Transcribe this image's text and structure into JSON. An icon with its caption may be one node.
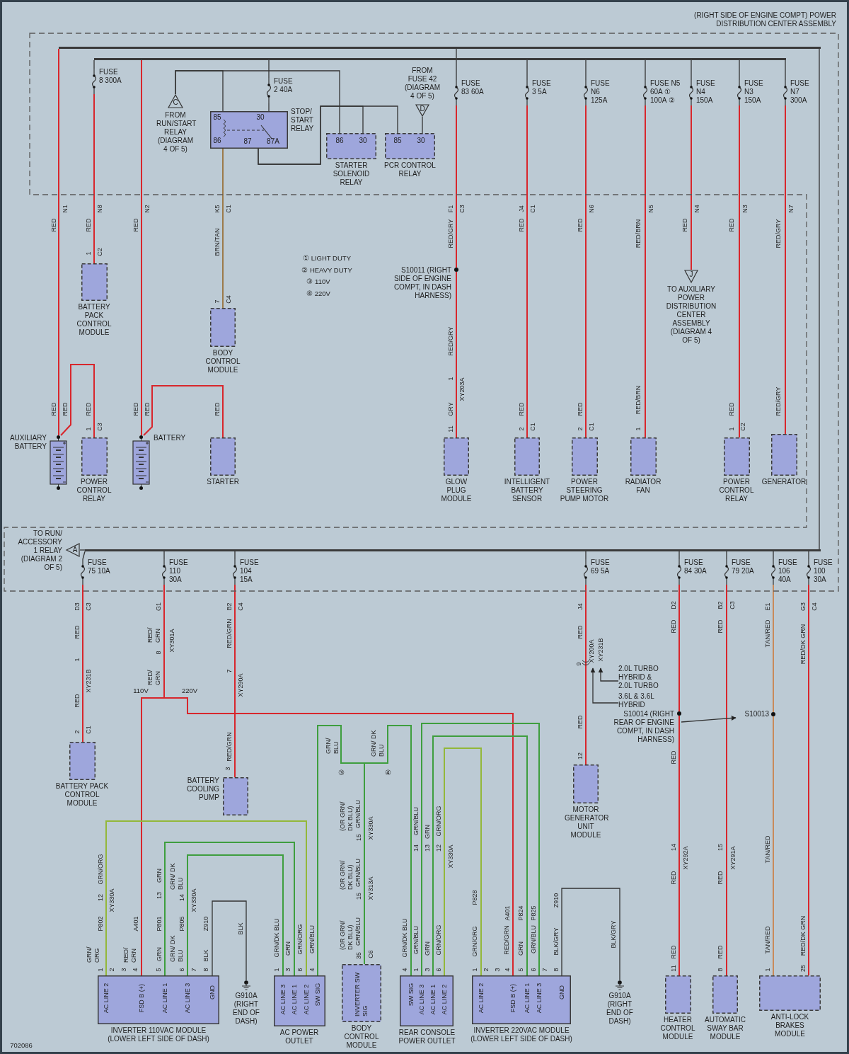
{
  "diagram": {
    "nodes": [
      {
        "text": [
          "(RIGHT SIDE OF ENGINE COMPT) POWER DISTRIBUTION CENTER ASSEMBLY"
        ]
      },
      {
        "text": [
          "FUSE 8 300A"
        ],
        "in": 0
      },
      {
        "text": [
          "C",
          "FROM RUN/START RELAY (DIAGRAM 4 OF 5)"
        ],
        "in": 0
      },
      {
        "text": [
          "85",
          "86",
          "30",
          "87",
          "87A",
          "STOP/ START RELAY"
        ],
        "in": 0
      },
      {
        "text": [
          "FUSE 2 40A"
        ],
        "in": 0
      },
      {
        "text": [
          "86",
          "30",
          "STARTER SOLENOID RELAY"
        ],
        "in": 0
      },
      {
        "text": [
          "85",
          "30",
          "PCR CONTROL RELAY"
        ],
        "in": 0
      },
      {
        "text": [
          "FROM FUSE 42 (DIAGRAM 4 OF 5)",
          "D"
        ],
        "in": 0
      },
      {
        "text": [
          "FUSE 83 60A"
        ],
        "in": 0
      },
      {
        "text": [
          "FUSE 3 5A"
        ],
        "in": 0
      },
      {
        "text": [
          "FUSE N6 125A"
        ],
        "in": 0
      },
      {
        "text": [
          "FUSE N5 60A ① 100A ②"
        ],
        "in": 0
      },
      {
        "text": [
          "FUSE N4 150A"
        ],
        "in": 0
      },
      {
        "text": [
          "FUSE N3 150A"
        ],
        "in": 0
      },
      {
        "text": [
          "FUSE N7 300A"
        ],
        "in": 0
      },
      {
        "text": [
          "AUXILIARY BATTERY"
        ]
      },
      {
        "text": [
          "BATTERY PACK CONTROL MODULE"
        ]
      },
      {
        "text": [
          "POWER CONTROL RELAY"
        ]
      },
      {
        "text": [
          "BATTERY"
        ]
      },
      {
        "text": [
          "BODY CONTROL MODULE"
        ]
      },
      {
        "text": [
          "STARTER"
        ]
      },
      {
        "text": [
          "S10011 (RIGHT SIDE OF ENGINE COMPT, IN DASH HARNESS)"
        ]
      },
      {
        "text": [
          "GLOW PLUG MODULE"
        ]
      },
      {
        "text": [
          "INTELLIGENT BATTERY SENSOR"
        ]
      },
      {
        "text": [
          "POWER STEERING PUMP MOTOR"
        ]
      },
      {
        "text": [
          "RADIATOR FAN"
        ]
      },
      {
        "text": [
          "J",
          "TO AUXILIARY POWER DISTRIBUTION CENTER ASSEMBLY (DIAGRAM 4 OF 5)"
        ]
      },
      {
        "text": [
          "POWER CONTROL RELAY"
        ]
      },
      {
        "text": [
          "GENERATOR"
        ]
      },
      {
        "text": [
          "TO RUN/ ACCESSORY 1 RELAY (DIAGRAM 2 OF 5)",
          "A"
        ],
        "in": 0
      },
      {
        "text": [
          "FUSE 75 10A"
        ],
        "in": 0
      },
      {
        "text": [
          "FUSE 110 30A"
        ],
        "in": 0
      },
      {
        "text": [
          "FUSE 104 15A"
        ],
        "in": 0
      },
      {
        "text": [
          "FUSE 69 5A"
        ],
        "in": 0
      },
      {
        "text": [
          "FUSE 84 30A"
        ],
        "in": 0
      },
      {
        "text": [
          "FUSE 79 20A"
        ],
        "in": 0
      },
      {
        "text": [
          "FUSE 106 40A"
        ],
        "in": 0
      },
      {
        "text": [
          "FUSE 100 30A"
        ],
        "in": 0
      },
      {
        "text": [
          "BATTERY PACK CONTROL MODULE"
        ]
      },
      {
        "text": [
          "BATTERY COOLING PUMP"
        ]
      },
      {
        "text": [
          "MOTOR GENERATOR UNIT MODULE"
        ]
      },
      {
        "text": [
          "S10014 (RIGHT REAR OF ENGINE COMPT, IN DASH HARNESS)"
        ]
      },
      {
        "text": [
          "S10013"
        ]
      },
      {
        "text": [
          "2.0L TURBO HYBRID & 2.0L TURBO"
        ]
      },
      {
        "text": [
          "3.6L & 3.6L HYBRID"
        ]
      },
      {
        "text": [
          "AC LINE 2",
          "FSD B (+)",
          "AC LINE 1",
          "AC LINE 3",
          "GND",
          "INVERTER 110VAC MODULE (LOWER LEFT SIDE OF DASH)"
        ]
      },
      {
        "text": [
          "G910A (RIGHT END OF DASH)"
        ]
      },
      {
        "text": [
          "AC LINE 3",
          "AC LINE 1",
          "AC LINE 2",
          "SW SIG",
          "AC POWER OUTLET"
        ]
      },
      {
        "text": [
          "INVERTER SW SIG",
          "BODY CONTROL MODULE"
        ]
      },
      {
        "text": [
          "SW SIG",
          "AC LINE 3",
          "AC LINE 1",
          "AC LINE 2",
          "REAR CONSOLE POWER OUTLET"
        ]
      },
      {
        "text": [
          "AC LINE 2",
          "FSD B (+)",
          "AC LINE 1",
          "AC LINE 3",
          "GND",
          "INVERTER 220VAC MODULE (LOWER LEFT SIDE OF DASH)"
        ]
      },
      {
        "text": [
          "G910A (RIGHT END OF DASH)"
        ]
      },
      {
        "text": [
          "HEATER CONTROL MODULE"
        ]
      },
      {
        "text": [
          "AUTOMATIC SWAY BAR MODULE"
        ]
      },
      {
        "text": [
          "ANTI-LOCK BRAKES MODULE"
        ]
      },
      {
        "text": [
          "9",
          "XY200A",
          "XY231B"
        ]
      },
      {
        "text": [],
        "shape": "bar",
        "in": 0
      },
      {
        "text": [],
        "shape": "bar",
        "in": 0
      },
      {
        "text": [],
        "shape": "bar",
        "in": 0
      }
    ],
    "edges": [
      {
        "from": 56,
        "to": 15,
        "arrow": "none",
        "color": "#d8262c"
      },
      {
        "from": 1,
        "to": 16,
        "arrow": "none",
        "color": "#d8262c"
      },
      {
        "from": 57,
        "to": 18,
        "arrow": "none",
        "color": "#d8262c"
      },
      {
        "from": 15,
        "to": 17,
        "arrow": "none",
        "color": "#d8262c"
      },
      {
        "from": 18,
        "to": 20,
        "arrow": "none",
        "color": "#d8262c"
      },
      {
        "from": 2,
        "to": 3,
        "arrow": "none"
      },
      {
        "from": 2,
        "to": 5,
        "arrow": "none"
      },
      {
        "from": 4,
        "to": 3,
        "arrow": "none"
      },
      {
        "from": 3,
        "to": 5,
        "arrow": "none"
      },
      {
        "from": 3,
        "to": 6,
        "arrow": "none"
      },
      {
        "from": 7,
        "to": 6,
        "arrow": "none"
      },
      {
        "from": 3,
        "to": 19,
        "arrow": "none",
        "color": "#9c7a4a"
      },
      {
        "from": 8,
        "to": 21,
        "arrow": "none",
        "color": "#d8262c"
      },
      {
        "from": 21,
        "to": 22,
        "arrow": "none",
        "color": "#d8262c"
      },
      {
        "from": 9,
        "to": 23,
        "arrow": "none",
        "color": "#d8262c"
      },
      {
        "from": 10,
        "to": 24,
        "arrow": "none",
        "color": "#d8262c"
      },
      {
        "from": 11,
        "to": 25,
        "arrow": "none",
        "color": "#d8262c"
      },
      {
        "from": 12,
        "to": 26,
        "arrow": "none",
        "color": "#d8262c"
      },
      {
        "from": 13,
        "to": 27,
        "arrow": "none",
        "color": "#d8262c"
      },
      {
        "from": 14,
        "to": 28,
        "arrow": "none",
        "color": "#d8262c"
      },
      {
        "from": 30,
        "to": 38,
        "arrow": "none",
        "color": "#d8262c"
      },
      {
        "from": 31,
        "to": 45,
        "arrow": "none",
        "color": "#d8262c"
      },
      {
        "from": 31,
        "to": 50,
        "arrow": "none",
        "color": "#d8262c"
      },
      {
        "from": 32,
        "to": 39,
        "arrow": "none",
        "color": "#d8262c"
      },
      {
        "from": 33,
        "to": 55,
        "arrow": "none",
        "color": "#d8262c"
      },
      {
        "from": 34,
        "to": 41,
        "arrow": "none",
        "color": "#d8262c"
      },
      {
        "from": 41,
        "to": 52,
        "arrow": "none",
        "color": "#d8262c"
      },
      {
        "from": 35,
        "to": 53,
        "arrow": "none",
        "color": "#d8262c"
      },
      {
        "from": 36,
        "to": 42,
        "arrow": "none",
        "color": "#c98a5a"
      },
      {
        "from": 42,
        "to": 54,
        "arrow": "none",
        "color": "#c98a5a"
      },
      {
        "from": 37,
        "to": 54,
        "arrow": "none",
        "color": "#d8262c"
      },
      {
        "from": 43,
        "to": 55,
        "arrow": "to"
      },
      {
        "from": 44,
        "to": 55,
        "arrow": "to"
      },
      {
        "from": 41,
        "to": 42,
        "arrow": "to"
      },
      {
        "from": 45,
        "to": 47,
        "arrow": "none",
        "color": "#93b83a"
      },
      {
        "from": 45,
        "to": 47,
        "arrow": "none",
        "color": "#3e9e3e"
      },
      {
        "from": 45,
        "to": 47,
        "arrow": "none",
        "color": "#3e9e3e"
      },
      {
        "from": 45,
        "to": 46,
        "arrow": "none"
      },
      {
        "from": 47,
        "to": 48,
        "arrow": "none",
        "color": "#3e9e3e"
      },
      {
        "from": 49,
        "to": 48,
        "arrow": "none",
        "color": "#3e9e3e"
      },
      {
        "from": 49,
        "to": 50,
        "arrow": "none",
        "color": "#3e9e3e"
      },
      {
        "from": 49,
        "to": 50,
        "arrow": "none",
        "color": "#3e9e3e"
      },
      {
        "from": 49,
        "to": 50,
        "arrow": "none",
        "color": "#93b83a"
      },
      {
        "from": 50,
        "to": 51,
        "arrow": "none"
      },
      {
        "from": 55,
        "to": 40,
        "arrow": "none",
        "color": "#d8262c"
      },
      {
        "from": 56,
        "to": 8,
        "arrow": "none"
      },
      {
        "from": 57,
        "to": 1,
        "arrow": "none"
      },
      {
        "from": 57,
        "to": 4,
        "arrow": "none"
      },
      {
        "from": 57,
        "to": 9,
        "arrow": "none"
      },
      {
        "from": 57,
        "to": 10,
        "arrow": "none"
      },
      {
        "from": 57,
        "to": 11,
        "arrow": "none"
      },
      {
        "from": 57,
        "to": 12,
        "arrow": "none"
      },
      {
        "from": 57,
        "to": 13,
        "arrow": "none"
      },
      {
        "from": 57,
        "to": 14,
        "arrow": "none"
      },
      {
        "from": 56,
        "to": 58,
        "arrow": "none"
      },
      {
        "from": 29,
        "to": 58,
        "arrow": "none"
      },
      {
        "from": 58,
        "to": 30,
        "arrow": "none"
      },
      {
        "from": 58,
        "to": 31,
        "arrow": "none"
      },
      {
        "from": 58,
        "to": 32,
        "arrow": "none"
      },
      {
        "from": 58,
        "to": 33,
        "arrow": "none"
      },
      {
        "from": 58,
        "to": 34,
        "arrow": "none"
      },
      {
        "from": 58,
        "to": 35,
        "arrow": "none"
      },
      {
        "from": 58,
        "to": 36,
        "arrow": "none"
      },
      {
        "from": 58,
        "to": 37,
        "arrow": "none"
      }
    ],
    "labels": [
      "RED",
      "N1",
      "RED",
      "N8",
      "RED",
      "N2",
      "K5",
      "C1",
      "BRN/TAN",
      "F1",
      "C3",
      "RED/GRY",
      "J4",
      "C1",
      "RED",
      "N6",
      "RED",
      "N5",
      "RED/BRN",
      "N4",
      "RED",
      "N3",
      "RED",
      "N7",
      "RED/GRY",
      "1",
      "C2",
      "① LIGHT DUTY",
      "② HEAVY DUTY",
      "③ 110V",
      "④ 220V",
      "7",
      "C4",
      "RED/GRY",
      "1",
      "XY203A",
      "RED",
      "RED",
      "RED",
      "RED",
      "RED",
      "RED",
      "GRY",
      "RED",
      "RED",
      "RED/BRN",
      "RED",
      "RED/GRY",
      "1",
      "C3",
      "11",
      "2",
      "C1",
      "2",
      "C1",
      "1",
      "1",
      "C2",
      "D3",
      "C3",
      "G1",
      "B2",
      "C4",
      "J4",
      "D2",
      "B2",
      "C3",
      "E1",
      "G3",
      "C4",
      "RED",
      "RED/ GRN",
      "XY301A",
      "RED/GRN",
      "RED",
      "RED",
      "RED",
      "TAN/RED",
      "RED/DK GRN",
      "1",
      "8",
      "7",
      "XY231B",
      "RED/ GRN",
      "XY290A",
      "110V",
      "220V",
      "RED",
      "RED",
      "2",
      "C1",
      "RED/GRN",
      "GRN/ BLU",
      "GRN/ DK BLU",
      "3",
      "12",
      "RED",
      "③",
      "④",
      "(OR GRN/ DK BLU)",
      "GRN/BLU",
      "15",
      "XY330A",
      "GRN/BLU",
      "14",
      "GRN",
      "13",
      "GRN/ORG",
      "12",
      "XY330A",
      "14",
      "XY292A",
      "15",
      "XY291A",
      "TAN/RED",
      "RED",
      "RED",
      "GRN/ORG",
      "12",
      "XY330A",
      "GRN",
      "13",
      "GRN/ DK BLU",
      "14",
      "XY330A",
      "(OR GRN/ DK BLU)",
      "GRN/BLU",
      "15",
      "XY313A",
      "P828",
      "Z910",
      "P802",
      "A401",
      "P801",
      "P805",
      "Z910",
      "BLK",
      "A401",
      "P824",
      "P825",
      "BLK/GRY",
      "GRN/DK BLU",
      "GRN",
      "GRN/ORG",
      "GRN/BLU",
      "(OR GRN/ DK BLU)",
      "GRN/BLU",
      "35",
      "C6",
      "GRN/DK BLU",
      "GRN/BLU",
      "GRN",
      "GRN/ORG",
      "GRN/ORG",
      "RED/GRN",
      "GRN",
      "GRN/BLU",
      "BLK/GRY",
      "RED",
      "RED",
      "TAN/RED",
      "RED/DK GRN",
      "GRN/ ORG",
      "RED/ GRN",
      "GRN",
      "GRN/ DK BLU",
      "BLK",
      "1",
      "2",
      "3",
      "4",
      "5",
      "6",
      "7",
      "8",
      "1",
      "3",
      "6",
      "4",
      "4",
      "1",
      "3",
      "6",
      "1",
      "2",
      "3",
      "4",
      "5",
      "6",
      "7",
      "8",
      "11",
      "8",
      "1",
      "25",
      "702086"
    ]
  }
}
